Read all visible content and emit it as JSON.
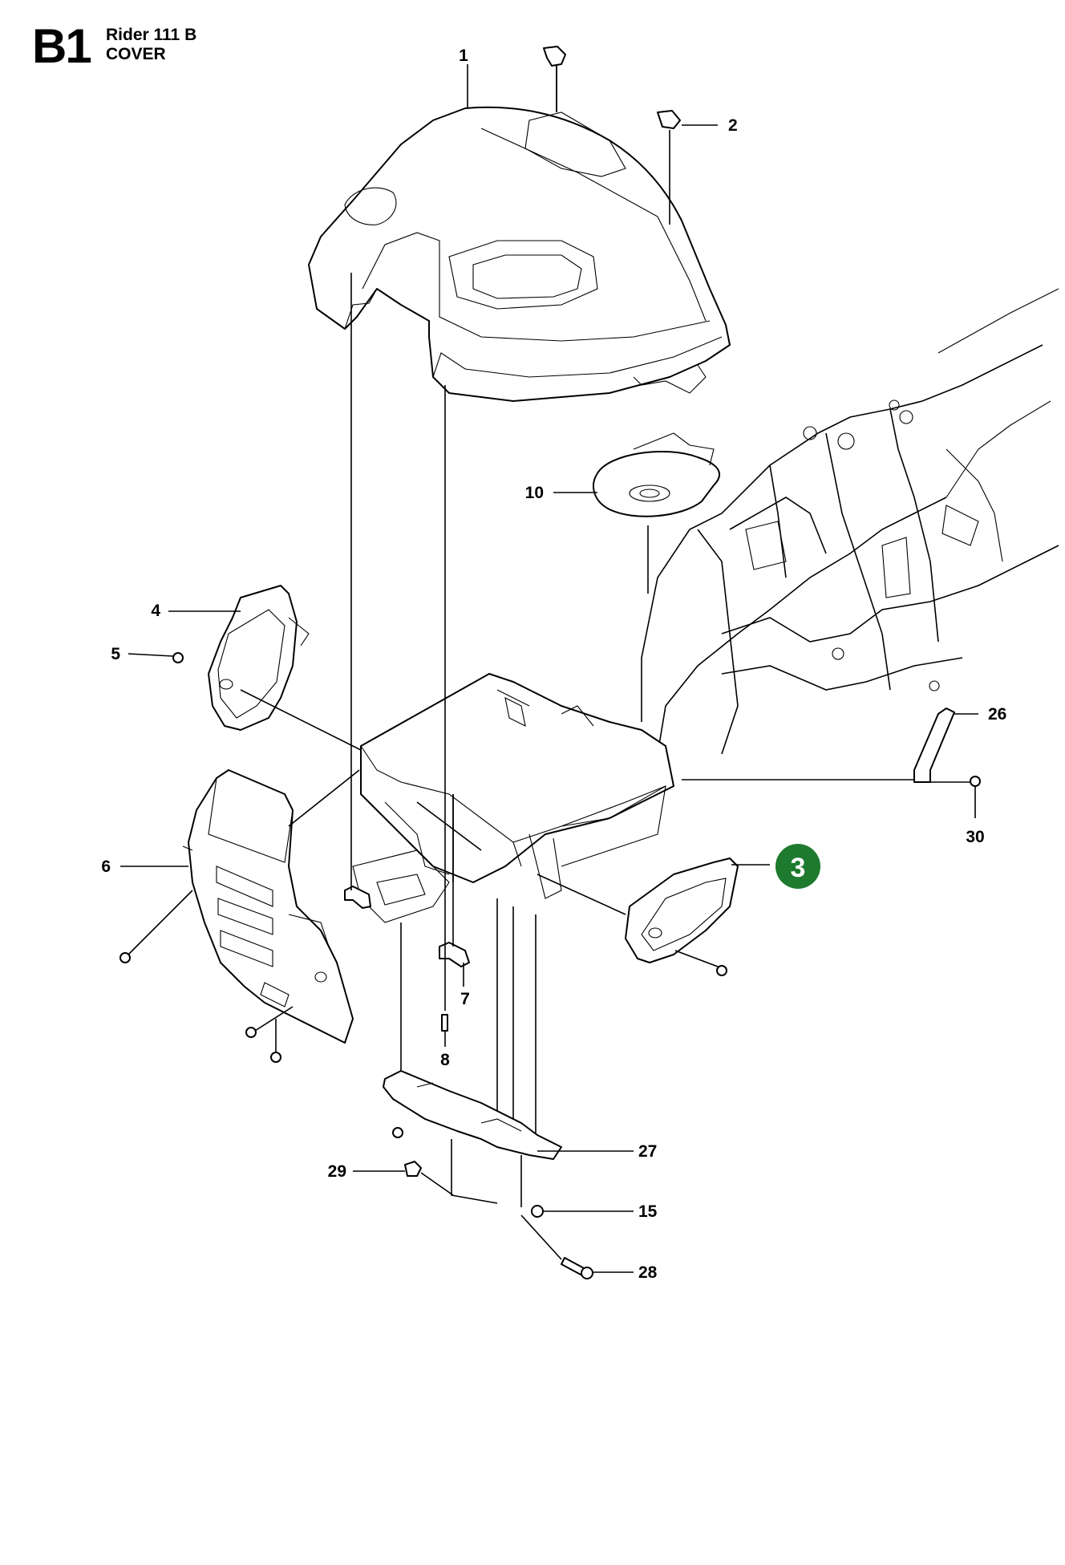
{
  "header": {
    "section_code": "B1",
    "model": "Rider 111 B",
    "assembly_name": "COVER"
  },
  "part_labels": {
    "p1": "1",
    "p2": "2",
    "p4": "4",
    "p5": "5",
    "p6": "6",
    "p7": "7",
    "p8": "8",
    "p10": "10",
    "p15": "15",
    "p26": "26",
    "p27": "27",
    "p28": "28",
    "p29": "29",
    "p30": "30"
  },
  "highlight": {
    "label": "3",
    "color": "#1e7a2e"
  }
}
